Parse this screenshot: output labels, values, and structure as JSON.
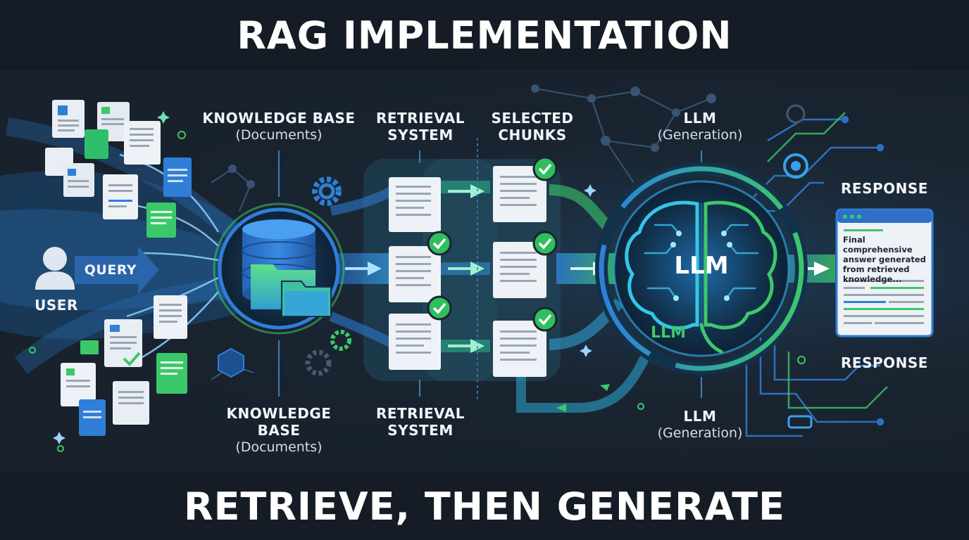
{
  "title": "RAG IMPLEMENTATION",
  "footer": "RETRIEVE, THEN GENERATE",
  "labels": {
    "user": "USER",
    "query": "QUERY",
    "kb_top_line1": "KNOWLEDGE BASE",
    "kb_top_line2": "(Documents)",
    "kb_bottom_line1": "KNOWLEDGE",
    "kb_bottom_line2": "BASE",
    "kb_bottom_line3": "(Documents)",
    "retrieval_top_line1": "RETRIEVAL",
    "retrieval_top_line2": "SYSTEM",
    "retrieval_bottom_line1": "RETRIEVAL",
    "retrieval_bottom_line2": "SYSTEM",
    "selected_line1": "SELECTED",
    "selected_line2": "CHUNKS",
    "llm_top_line1": "LLM",
    "llm_top_line2": "(Generation)",
    "llm_bottom_line1": "LLM",
    "llm_bottom_line2": "(Generation)",
    "llm_center": "LLM",
    "llm_small": "LLM",
    "response_top": "RESPONSE",
    "response_bottom": "RESPONSE"
  },
  "response_card": {
    "text": "Final comprehensive answer generated from retrieved knowledge..."
  },
  "colors": {
    "blue": "#2f7fd8",
    "green": "#3cc86a",
    "cyan": "#3ad0e0",
    "dark": "#1a2330"
  },
  "icons": [
    "user-icon",
    "database-icon",
    "folder-icon",
    "gear-icon",
    "brain-icon",
    "check-icon",
    "document-icon",
    "arrow-icon"
  ]
}
